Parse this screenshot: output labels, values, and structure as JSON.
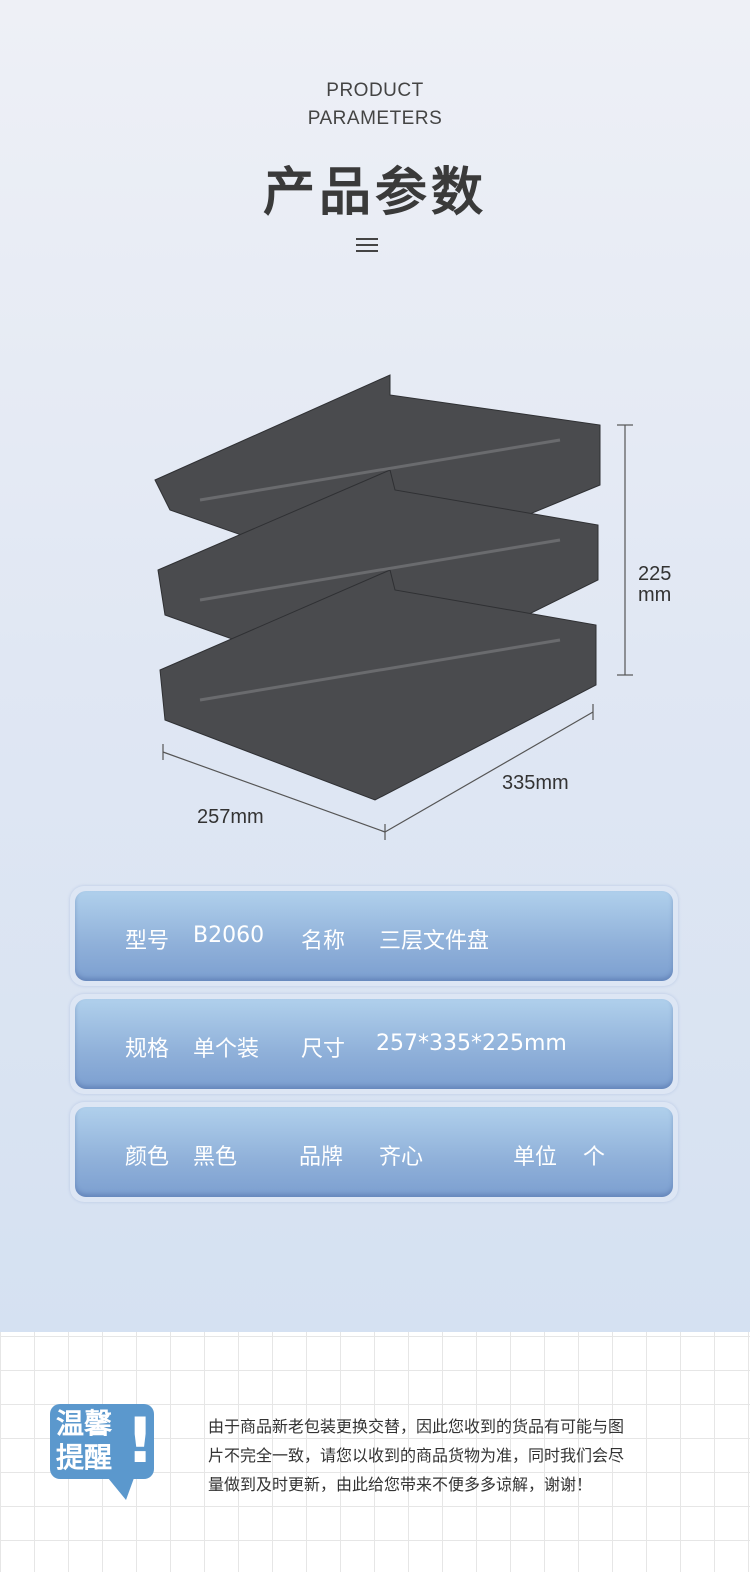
{
  "header": {
    "en_line1": "PRODUCT",
    "en_line2": "PARAMETERS",
    "title": "产品参数"
  },
  "dimensions": {
    "height_value": "225",
    "height_unit": "mm",
    "depth": "335mm",
    "width": "257mm"
  },
  "specs": [
    [
      {
        "text": "型号"
      },
      {
        "text": "B2060"
      },
      {
        "text": "名称"
      },
      {
        "text": "三层文件盘"
      }
    ],
    [
      {
        "text": "规格"
      },
      {
        "text": "单个装"
      },
      {
        "text": "尺寸"
      },
      {
        "text": "257*335*225mm"
      }
    ],
    [
      {
        "text": "颜色"
      },
      {
        "text": "黑色"
      },
      {
        "text": "品牌"
      },
      {
        "text": "齐心"
      },
      {
        "text": "单位"
      },
      {
        "text": "个"
      }
    ]
  ],
  "notice": {
    "badge_line1": "温馨",
    "badge_line2": "提醒",
    "badge_mark": "!",
    "lines": [
      "由于商品新老包装更换交替，因此您收到的货品有可能与图",
      "片不完全一致，请您以收到的商品货物为准，同时我们会尽",
      "量做到及时更新，由此给您带来不便多多谅解，谢谢！"
    ]
  },
  "colors": {
    "card": "#8fb0d9",
    "badge": "#5b98cd",
    "tray": "#4a4b4e"
  }
}
